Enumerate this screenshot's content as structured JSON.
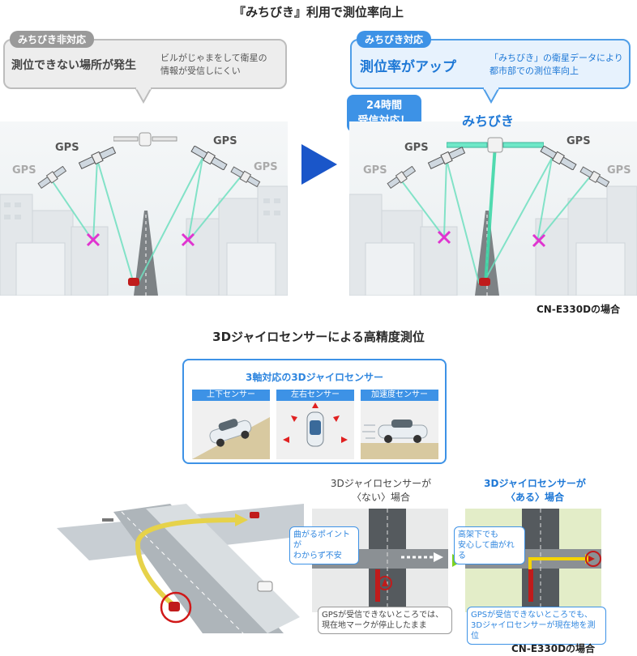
{
  "header": {
    "title": "『みちびき』利用で測位率向上"
  },
  "left_panel": {
    "tag": "みちびき非対応",
    "headline": "測位できない場所が発生",
    "detail": [
      "ビルがじゃまをして衛星の",
      "情報が受信しにくい"
    ],
    "gps_labels": [
      "GPS",
      "GPS",
      "GPS",
      "GPS"
    ]
  },
  "right_panel": {
    "tag": "みちびき対応",
    "headline": "測位率がアップ",
    "detail": [
      "「みちびき」の衛星データにより",
      "都市部での測位率向上"
    ],
    "badge": [
      "24時間",
      "受信対応！"
    ],
    "michibiki_label": "みちびき",
    "gps_labels": [
      "GPS",
      "GPS",
      "GPS",
      "GPS"
    ]
  },
  "model_note_1": "CN-E330Dの場合",
  "gyro_section": {
    "title": "3Dジャイロセンサーによる高精度測位",
    "box_title": "3軸対応の3Dジャイロセンサー",
    "sensors": [
      "上下センサー",
      "左右センサー",
      "加速度センサー"
    ]
  },
  "comparison": {
    "without_head": [
      "3Dジャイロセンサーが",
      "〈ない〉場合"
    ],
    "with_head": [
      "3Dジャイロセンサーが",
      "〈ある〉場合"
    ],
    "without_callout": [
      "曲がるポイントが",
      "わからず不安"
    ],
    "with_callout": [
      "高架下でも",
      "安心して曲がれる"
    ],
    "without_note": [
      "GPSが受信できないところでは、",
      "現在地マークが停止したまま"
    ],
    "with_note": [
      "GPSが受信できないところでも、",
      "3Dジャイロセンサーが現在地を測位"
    ]
  },
  "model_note_2": "CN-E330Dの場合",
  "colors": {
    "accent_blue": "#3d92e6",
    "arrow_blue": "#1a56c9",
    "beam_green": "#6fe0c0",
    "cross_magenta": "#e033d0",
    "gray_tag": "#9a9a9a"
  }
}
